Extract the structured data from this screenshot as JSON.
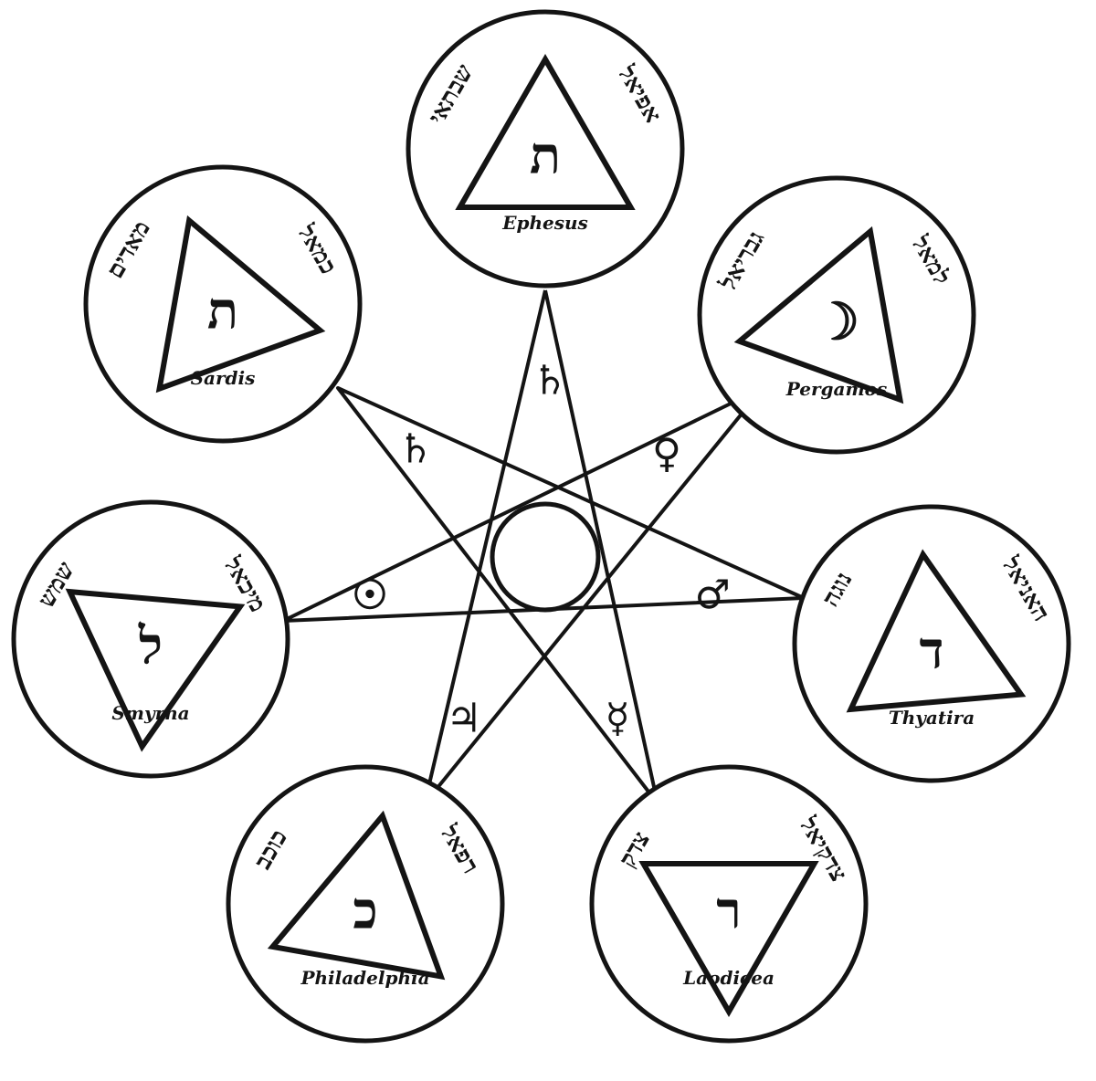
{
  "diagram": {
    "ink_color": "#141414",
    "background_color": "#ffffff",
    "star_points": 7,
    "center_symbol": "circle",
    "circles": [
      {
        "name": "top",
        "letter": "ת",
        "label": "Ephesus",
        "inscriptions": [
          "שבתאי",
          "אפיאל"
        ]
      },
      {
        "name": "upper-right",
        "letter": "☽",
        "label": "Pergamos",
        "inscriptions": [
          "גבריאל",
          "למאל"
        ]
      },
      {
        "name": "right",
        "letter": "ד",
        "label": "Thyatira",
        "inscriptions": [
          "נוגה",
          "האניאל"
        ]
      },
      {
        "name": "lower-right",
        "letter": "ר",
        "label": "Laodicea",
        "inscriptions": [
          "צדק",
          "צדקיאל"
        ]
      },
      {
        "name": "lower-left",
        "letter": "כ",
        "label": "Philadelphia",
        "inscriptions": [
          "כוכב",
          "רפאל"
        ]
      },
      {
        "name": "left",
        "letter": "ל",
        "label": "Smyrna",
        "inscriptions": [
          "שמש",
          "מיכאל"
        ]
      },
      {
        "name": "upper-left",
        "letter": "ת",
        "label": "Sardis",
        "inscriptions": [
          "מאדים",
          "כמאל"
        ]
      }
    ],
    "planet_symbols": [
      "♄",
      "♀",
      "♂",
      "☿",
      "♃",
      "☉",
      "♄"
    ]
  }
}
